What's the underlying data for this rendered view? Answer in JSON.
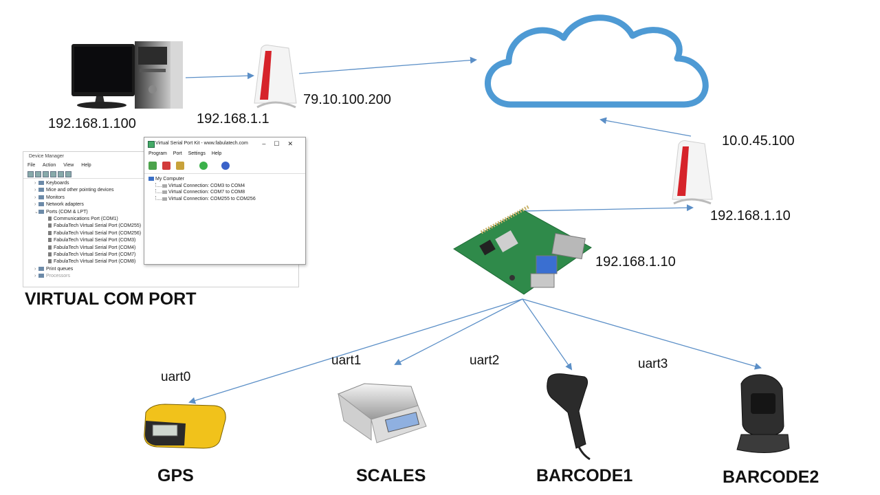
{
  "network": {
    "pc_ip": "192.168.1.100",
    "router1_ip": "192.168.1.1",
    "router1_wan_ip": "79.10.100.200",
    "router2_wan_ip": "10.0.45.100",
    "router2_lan_ip": "192.168.1.10",
    "pi_ip": "192.168.1.10"
  },
  "virtual_com_label": "VIRTUAL COM PORT",
  "uarts": {
    "uart0": "uart0",
    "uart1": "uart1",
    "uart2": "uart2",
    "uart3": "uart3"
  },
  "devices": {
    "gps": "GPS",
    "scales": "SCALES",
    "barcode1": "BARCODE1",
    "barcode2": "BARCODE2"
  },
  "device_manager": {
    "title": "Device Manager",
    "menu": [
      "File",
      "Action",
      "View",
      "Help"
    ],
    "categories_before": [
      "Keyboards",
      "Mice and other pointing devices",
      "Monitors",
      "Network adapters"
    ],
    "ports_category": "Ports (COM & LPT)",
    "ports": [
      "Communications Port (COM1)",
      "FabulaTech Virtual Serial Port (COM255)",
      "FabulaTech Virtual Serial Port (COM256)",
      "FabulaTech Virtual Serial Port (COM3)",
      "FabulaTech Virtual Serial Port (COM4)",
      "FabulaTech Virtual Serial Port (COM7)",
      "FabulaTech Virtual Serial Port (COM8)"
    ],
    "categories_after": [
      "Print queues",
      "Processors"
    ]
  },
  "vspk": {
    "title": "Virtual Serial Port Kit - www.fabulatech.com",
    "menu": [
      "Program",
      "Port",
      "Settings",
      "Help"
    ],
    "root": "My Computer",
    "connections": [
      "Virtual Connection: COM3 to COM4",
      "Virtual Connection: COM7 to COM8",
      "Virtual Connection: COM255 to COM256"
    ]
  },
  "colors": {
    "arrow": "#5b8fc7",
    "cloud": "#4e9ad4",
    "router_red": "#d6232a",
    "gps_yellow": "#f1c21b",
    "pcb_green": "#2f8a4a"
  }
}
